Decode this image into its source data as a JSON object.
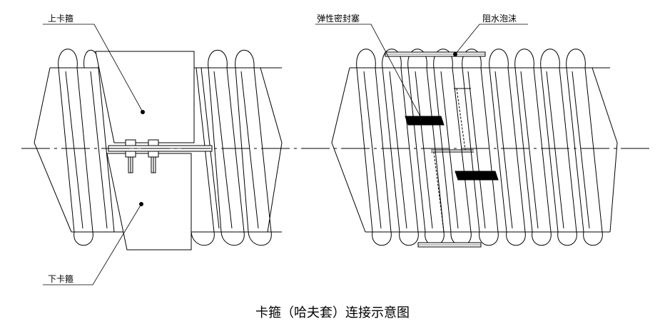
{
  "labels": {
    "upper_clamp": "上卡箍",
    "lower_clamp": "下卡箍",
    "elastic_seal": "弹性密封塞",
    "water_foam": "阻水泡沫"
  },
  "caption": "卡箍（哈夫套）连接示意图"
}
